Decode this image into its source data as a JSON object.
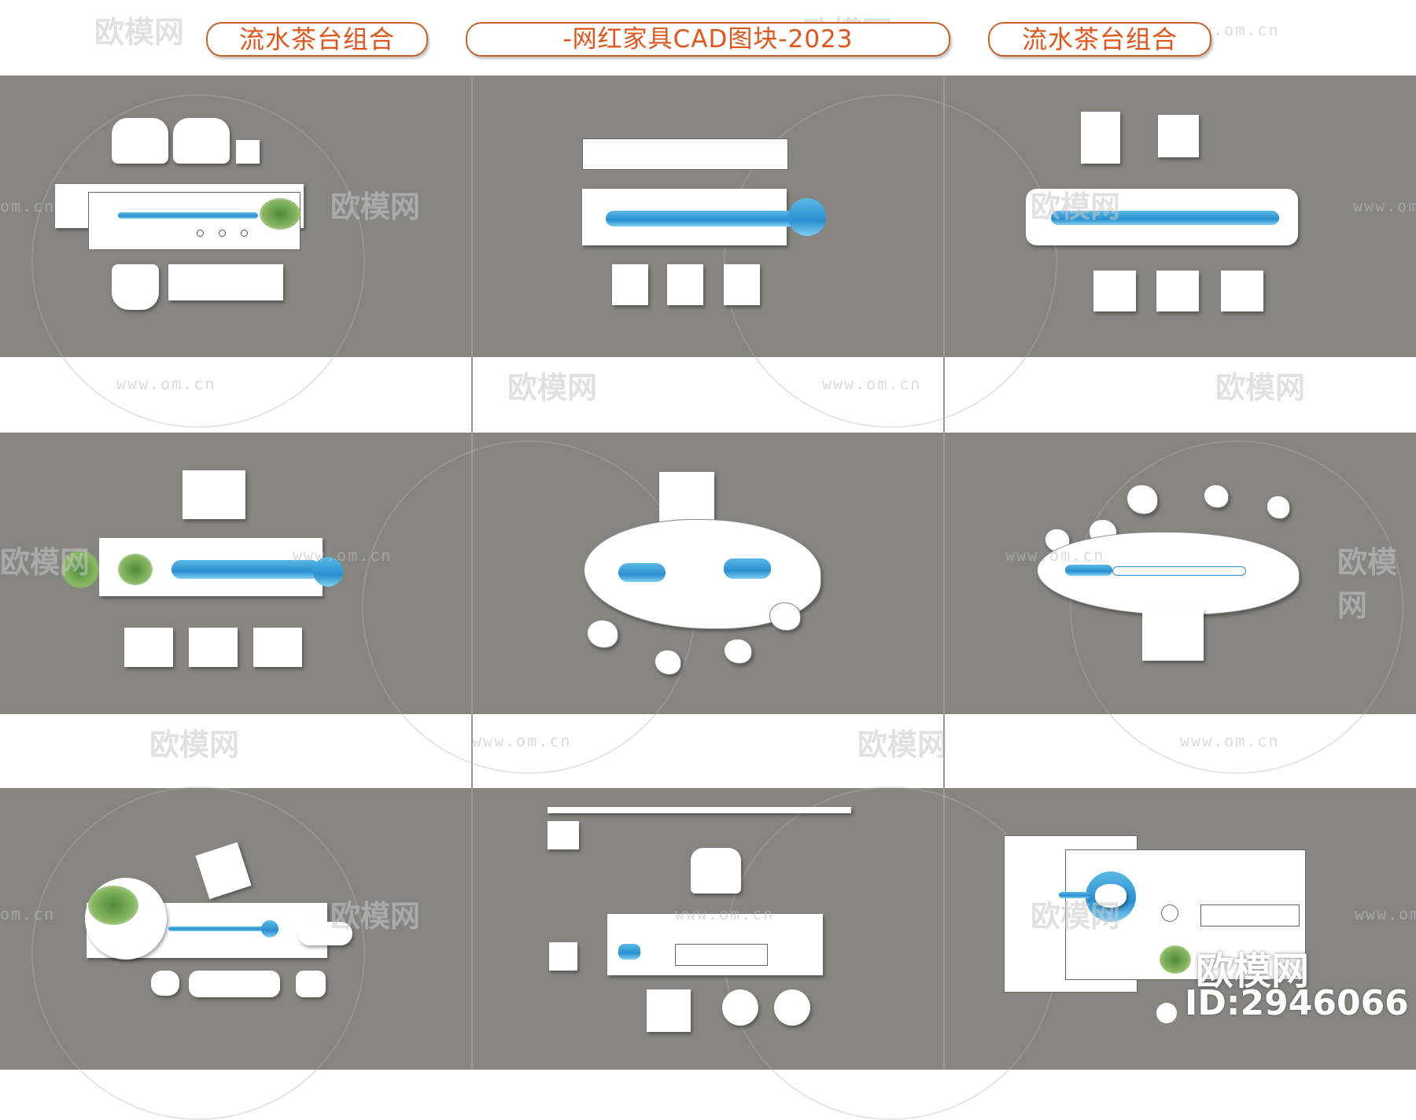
{
  "banner": {
    "left_title": "流水茶台组合",
    "center_title": "-网红家具CAD图块-2023",
    "right_title": "流水茶台组合"
  },
  "watermark": {
    "url_text": "www.om.cn",
    "partial_url_text": "om.cn",
    "logo_text": "欧模网",
    "partial_logo_text": "欧模网"
  },
  "footer": {
    "logo_text": "欧模网",
    "id_text": "ID:2946066"
  },
  "colors": {
    "band_gray": "#868580",
    "accent_orange": "#e0561a",
    "water_blue": "#2a8fd0"
  }
}
